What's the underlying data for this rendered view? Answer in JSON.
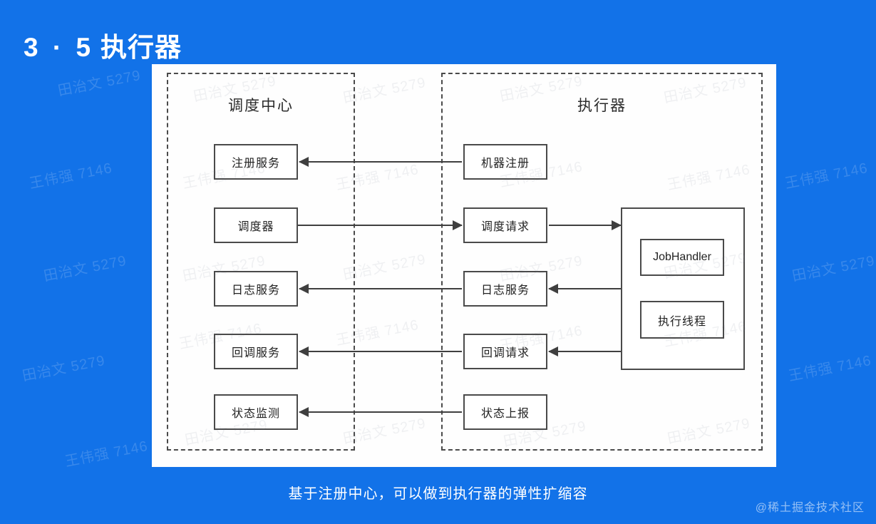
{
  "slide": {
    "background_color": "#1272E8",
    "title_number": "3 · 5",
    "title_text": "执行器",
    "caption": "基于注册中心，可以做到执行器的弹性扩缩容",
    "brand": "@稀土掘金技术社区"
  },
  "diagram": {
    "groups": [
      {
        "id": "scheduler-center",
        "title": "调度中心"
      },
      {
        "id": "executor",
        "title": "执行器"
      }
    ],
    "rows": [
      {
        "left": "注册服务",
        "middle": "机器注册",
        "direction": "middle-to-left"
      },
      {
        "left": "调度器",
        "middle": "调度请求",
        "direction": "left-to-middle"
      },
      {
        "left": "日志服务",
        "middle": "日志服务",
        "direction": "middle-to-left"
      },
      {
        "left": "回调服务",
        "middle": "回调请求",
        "direction": "middle-to-left"
      },
      {
        "left": "状态监测",
        "middle": "状态上报",
        "direction": "middle-to-left"
      }
    ],
    "runtime": {
      "handler": "JobHandler",
      "thread": "执行线程"
    },
    "colors": {
      "box_border": "#4a4a4a",
      "arrow": "#3f3f3f",
      "card_background": "#FEFEFE"
    }
  },
  "watermarks": {
    "name_a": "田治文 5279",
    "name_b": "王伟强 7146"
  }
}
